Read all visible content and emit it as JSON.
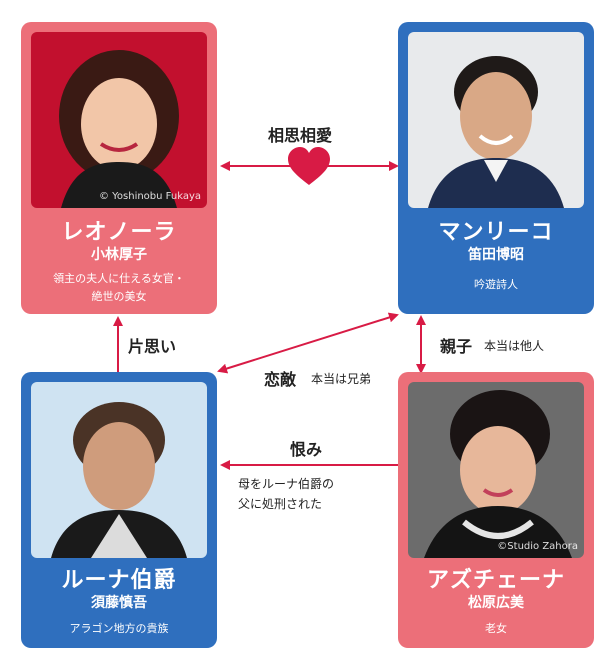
{
  "characters": {
    "leonora": {
      "role": "レオノーラ",
      "actor": "小林厚子",
      "desc_line1": "領主の夫人に仕える女官・",
      "desc_line2": "絶世の美女",
      "photo_credit": "© Yoshinobu Fukaya",
      "card_color": "#ec6f79"
    },
    "manrico": {
      "role": "マンリーコ",
      "actor": "笛田博昭",
      "desc_line1": "吟遊詩人",
      "card_color": "#2f6fbe"
    },
    "luna": {
      "role": "ルーナ伯爵",
      "actor": "須藤慎吾",
      "desc_line1": "アラゴン地方の貴族",
      "card_color": "#2f6fbe"
    },
    "azucena": {
      "role": "アズチェーナ",
      "actor": "松原広美",
      "desc_line1": "老女",
      "photo_credit": "©Studio Zahora",
      "card_color": "#ec6f79"
    }
  },
  "relations": {
    "love": {
      "label": "相思相愛",
      "icon": "heart-icon"
    },
    "unrequited": {
      "label": "片思い"
    },
    "rival": {
      "label": "恋敵",
      "note": "本当は兄弟"
    },
    "parent": {
      "label": "親子",
      "note": "本当は他人"
    },
    "grudge": {
      "label": "恨み",
      "note_line1": "母をルーナ伯爵の",
      "note_line2": "父に処刑された"
    }
  },
  "colors": {
    "accent": "#d81b45",
    "pink": "#ec6f79",
    "blue": "#2f6fbe"
  }
}
